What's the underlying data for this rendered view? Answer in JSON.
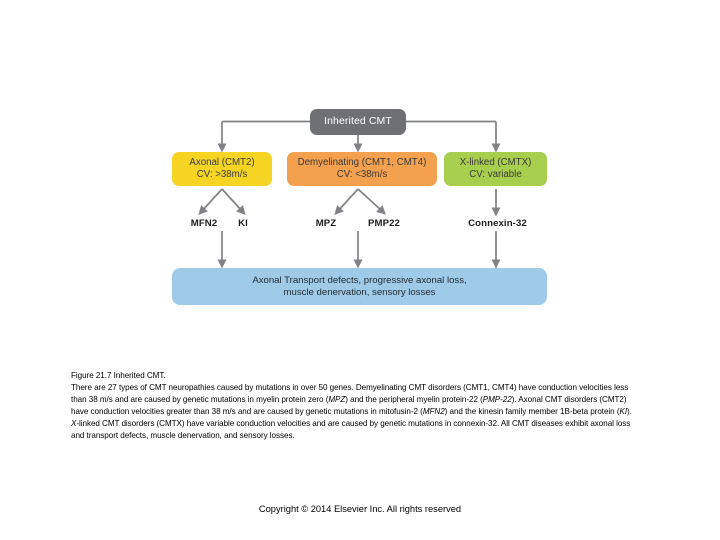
{
  "figure": {
    "root": {
      "label": "Inherited CMT"
    },
    "categories": [
      {
        "id": "axonal",
        "line1": "Axonal (CMT2)",
        "line2": "CV: >38m/s",
        "color": "#f6d423"
      },
      {
        "id": "demyelinating",
        "line1": "Demyelinating (CMT1, CMT4)",
        "line2": "CV: <38m/s",
        "color": "#f3a14e"
      },
      {
        "id": "xlinked",
        "line1": "X-linked (CMTX)",
        "line2": "CV: variable",
        "color": "#a8ce4d"
      }
    ],
    "genes": [
      {
        "id": "mfn2",
        "label": "MFN2"
      },
      {
        "id": "ki",
        "label": "KI"
      },
      {
        "id": "mpz",
        "label": "MPZ"
      },
      {
        "id": "pmp22",
        "label": "PMP22"
      },
      {
        "id": "connexin32",
        "label": "Connexin-32"
      }
    ],
    "outcome": {
      "line1": "Axonal Transport defects, progressive axonal loss,",
      "line2": "muscle denervation, sensory losses",
      "color": "#a0cbe8"
    },
    "connector_color": "#808285"
  },
  "caption": {
    "title": "Figure 21.7 Inherited CMT.",
    "body_segments": [
      {
        "text": "There are 27 types of CMT neuropathies caused by mutations in over 50 genes. Demyelinating CMT disorders (CMT1, CMT4) have conduction velocities less than 38 m/s and are caused by genetic mutations in myelin protein zero (",
        "italic": false
      },
      {
        "text": "MPZ",
        "italic": true
      },
      {
        "text": ") and the peripheral myelin protein-22 (",
        "italic": false
      },
      {
        "text": "PMP-22",
        "italic": true
      },
      {
        "text": "). Axonal CMT disorders (CMT2) have conduction velocities greater than 38 m/s and are caused by genetic mutations in mitofusin-2 (",
        "italic": false
      },
      {
        "text": "MFN2",
        "italic": true
      },
      {
        "text": ") and the kinesin family member 1B-beta protein (",
        "italic": false
      },
      {
        "text": "KI",
        "italic": true
      },
      {
        "text": "). ",
        "italic": false
      },
      {
        "text": "X",
        "italic": true
      },
      {
        "text": "-linked CMT disorders (CMTX) have variable conduction velocities and are caused by genetic mutations in connexin-32. All CMT diseases exhibit axonal loss and transport defects, muscle denervation, and sensory losses.",
        "italic": false
      }
    ]
  },
  "copyright": {
    "text": "Copyright © 2014 Elsevier Inc. All rights reserved"
  }
}
